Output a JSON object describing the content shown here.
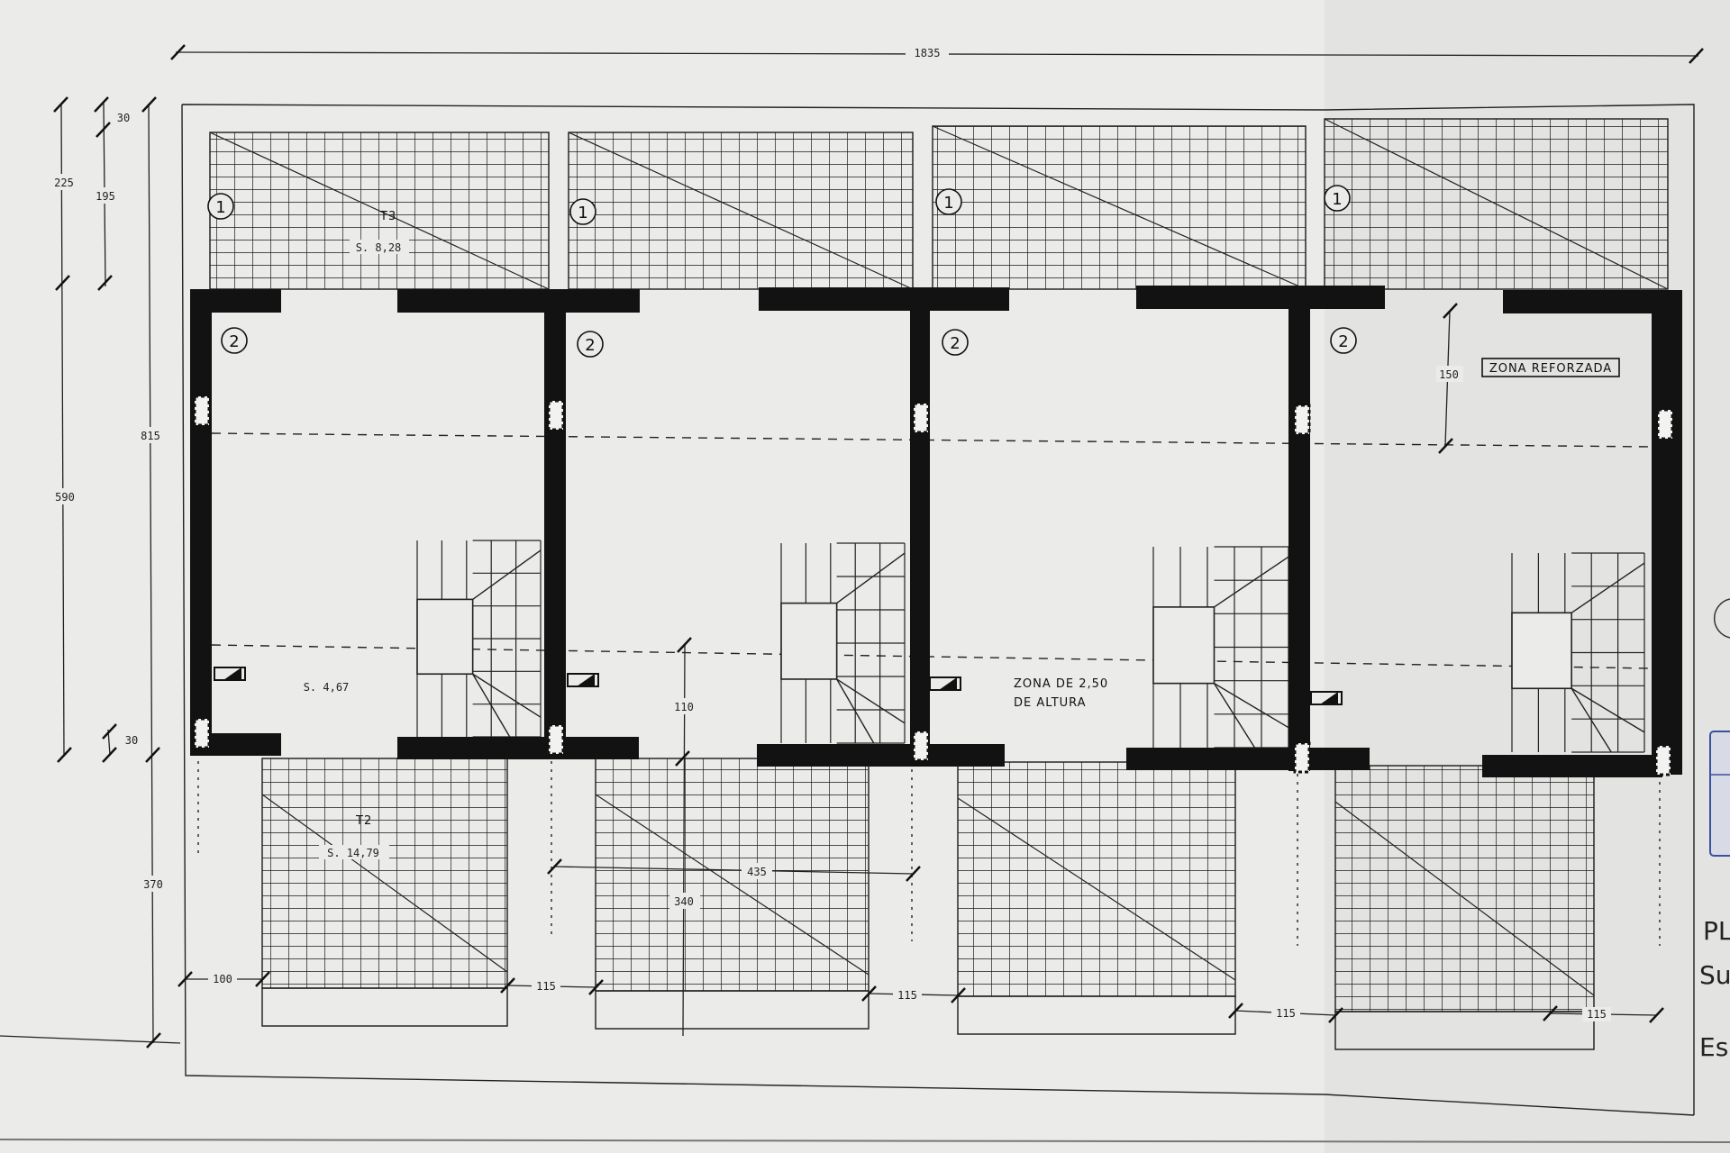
{
  "overall_dimension": "1835",
  "left_dimensions": {
    "d225": "225",
    "d195": "195",
    "d30_top": "30",
    "d815": "815",
    "d590": "590",
    "d30_bottom": "30",
    "d370": "370"
  },
  "inner_dimensions": {
    "d150": "150",
    "d110": "110",
    "d435": "435",
    "d340": "340"
  },
  "bottom_dimensions": [
    "100",
    "115",
    "115",
    "115",
    "115"
  ],
  "terrace_top": {
    "name": "T3",
    "surface": "S. 8,28"
  },
  "terrace_bottom": {
    "name": "T2",
    "surface": "S. 14,79"
  },
  "room_surface": "S. 4,67",
  "zone_height": {
    "line1": "ZONA DE 2,50",
    "line2": "DE ALTURA"
  },
  "zone_reinforced": "ZONA REFORZADA",
  "markers": {
    "one": "1",
    "two": "2"
  },
  "title_fragments": [
    "PL",
    "Su",
    "Es"
  ],
  "colors": {
    "paper": "#e9e9e7",
    "ink": "#111111",
    "stamp": "#3a4fa0"
  }
}
